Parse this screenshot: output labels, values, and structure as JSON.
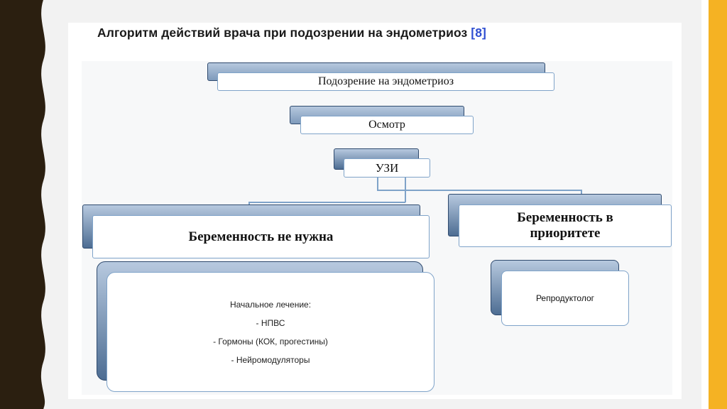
{
  "title": {
    "text": "Алгоритм действий врача при подозрении на эндометриоз",
    "ref": "[8]"
  },
  "nodes": {
    "suspicion": "Подозрение на эндометриоз",
    "exam": "Осмотр",
    "ultrasound": "УЗИ",
    "no_pregnancy": "Беременность не нужна",
    "pregnancy_priority_line1": "Беременность в",
    "pregnancy_priority_line2": "приоритете",
    "reproductologist": "Репродуктолог"
  },
  "treatment": {
    "heading": "Начальное лечение:",
    "items": [
      "- НПВС",
      "- Гормоны (КОК, прогестины)",
      "- Нейромодуляторы"
    ]
  },
  "colors": {
    "accent": "#f5b223",
    "box_border": "#7fa3c9",
    "back_box": "#4d6d93",
    "ref_link": "#2f4fd1"
  }
}
